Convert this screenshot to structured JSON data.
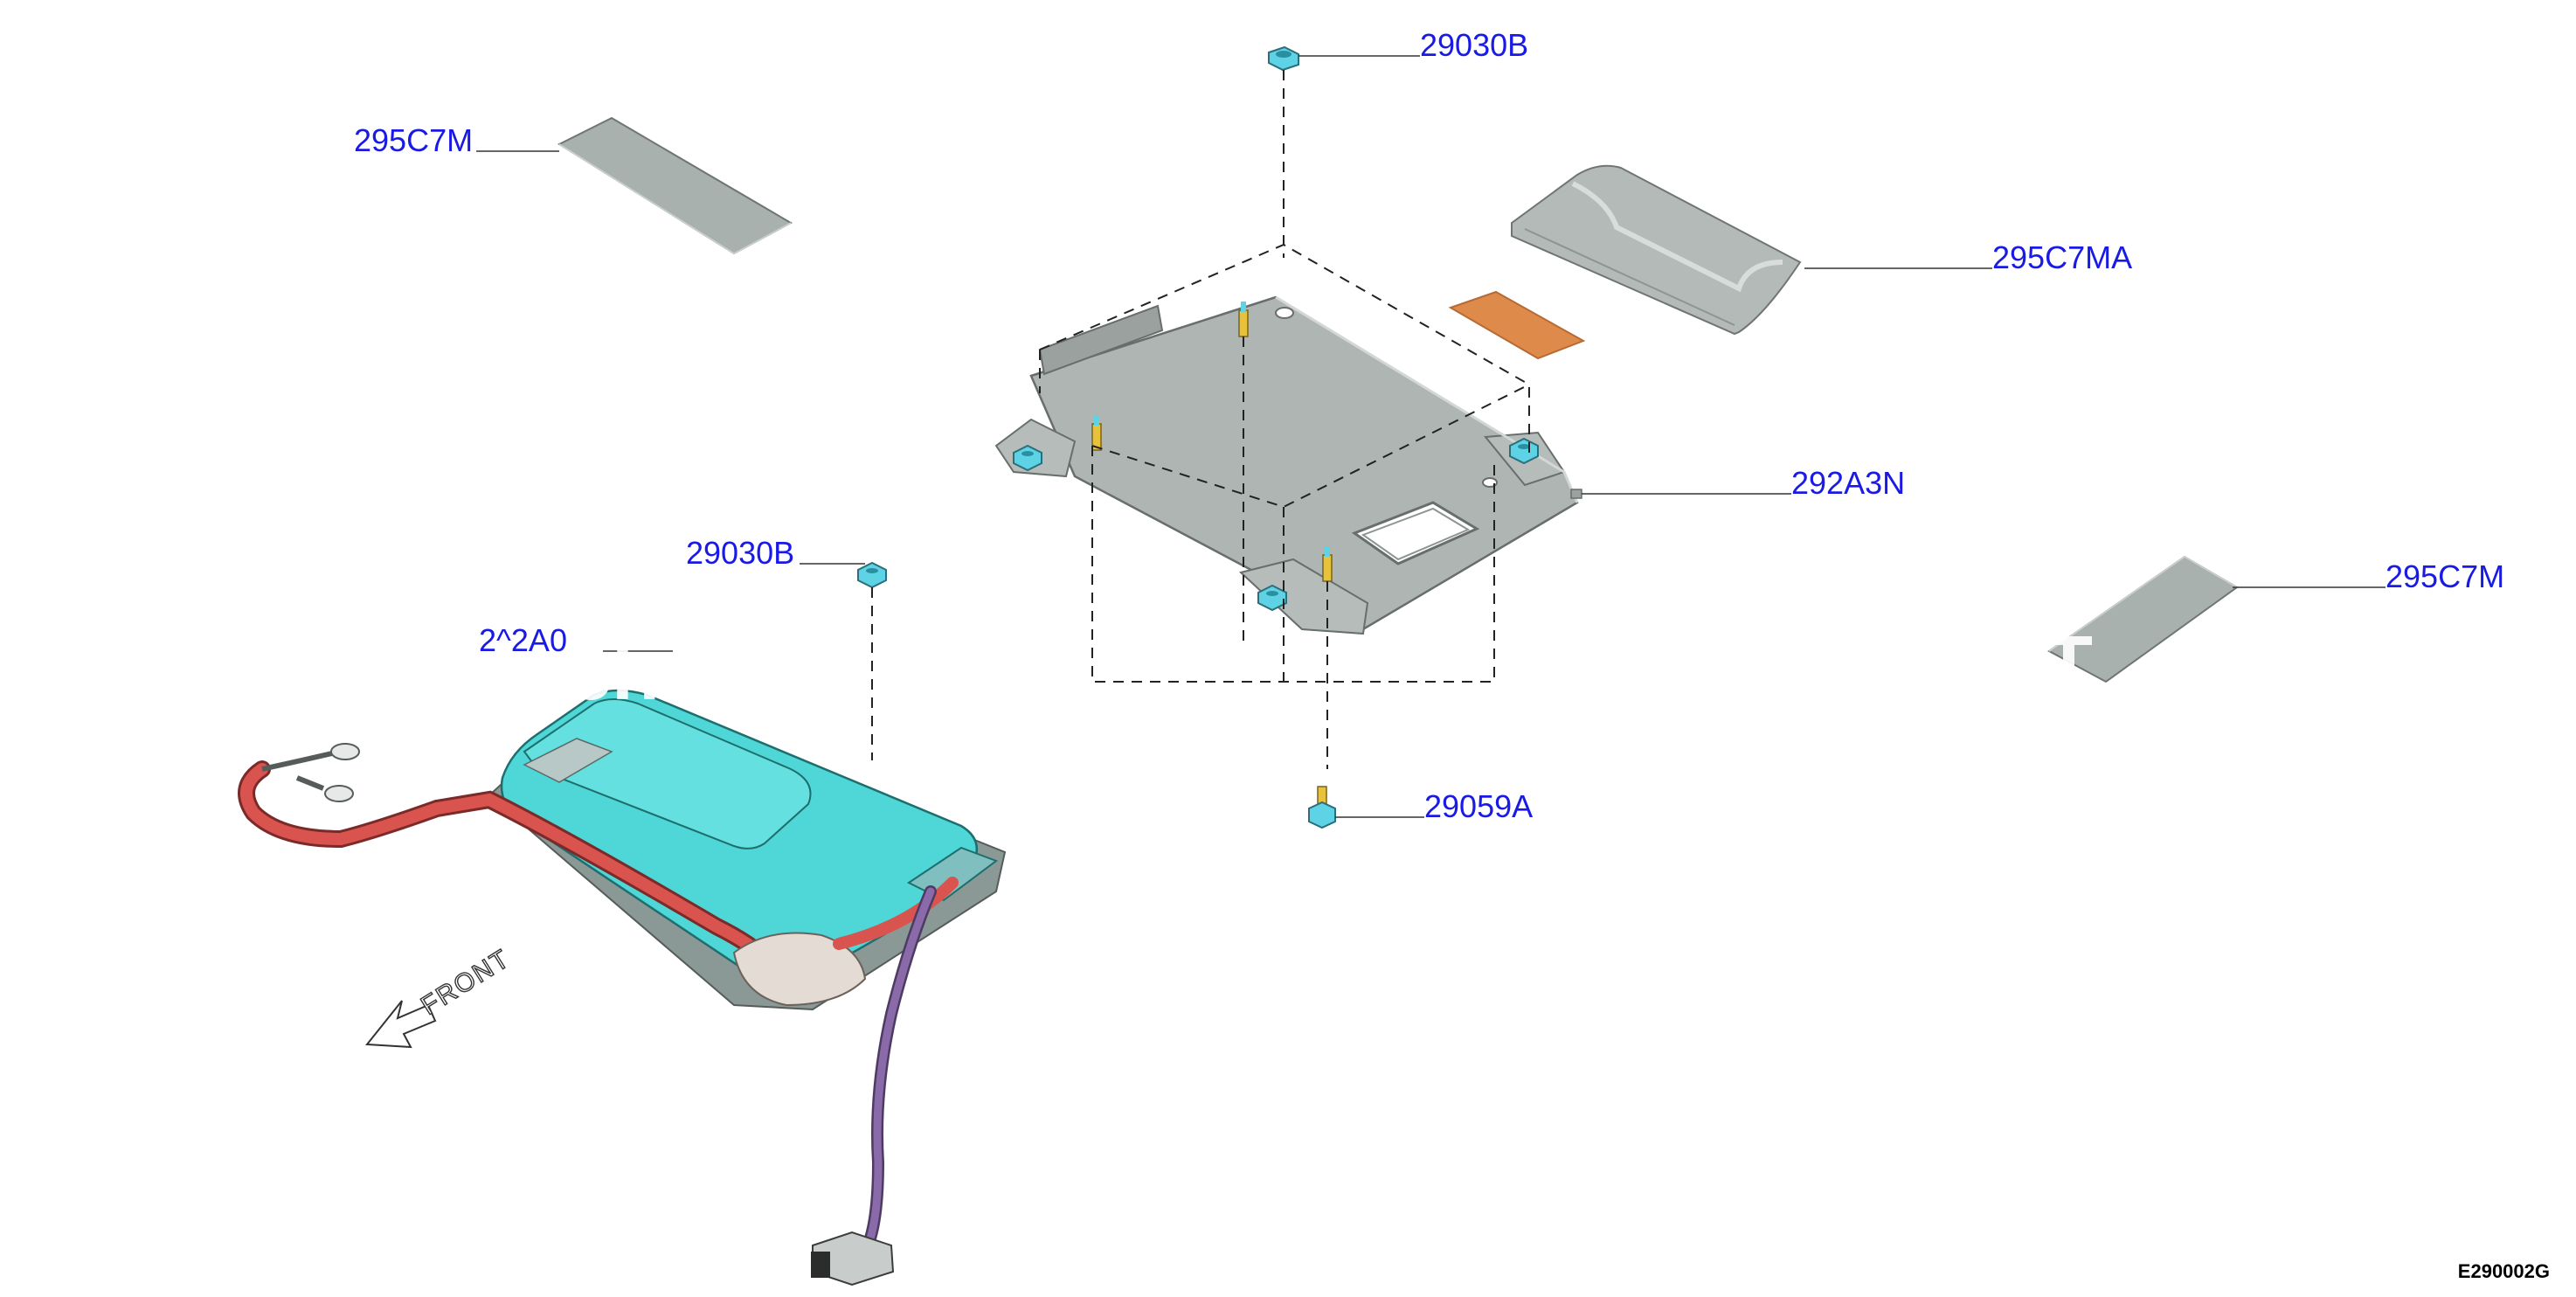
{
  "callouts": {
    "nut_top": "29030B",
    "pad_top_left": "295C7M",
    "pad_top_right": "295C7MA",
    "bracket": "292A3N",
    "pad_right": "295C7M",
    "nut_left": "29030B",
    "module": "2^2A0",
    "bolt_bottom": "29059A"
  },
  "front_label": "FRONT",
  "watermark": {
    "left": "cha",
    "right": "ST"
  },
  "reference_code": "E290002G",
  "colors": {
    "callout_text": "#1a1ae6",
    "module_body": "#4fd6d6",
    "pad_gray": "#a8b0ad",
    "thermal_pad": "#de8a4b",
    "red_cable": "#d9534f",
    "purple_cable": "#8a6aa8",
    "fastener": "#5fd3e6",
    "stud": "#e8c23a"
  }
}
